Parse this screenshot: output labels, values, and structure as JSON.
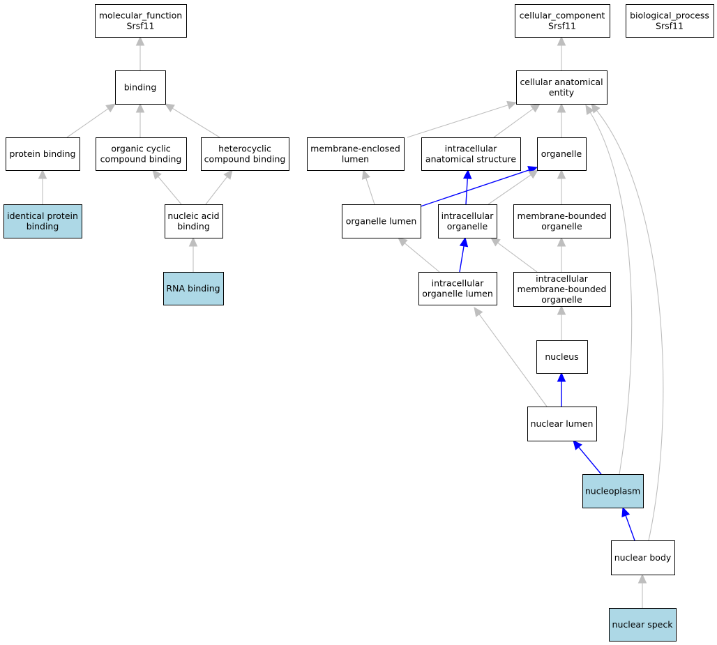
{
  "colors": {
    "highlight_fill": "#add8e6",
    "default_fill": "#ffffff",
    "gray_edge": "#bebebe",
    "blue_edge": "#0000ff"
  },
  "nodes": [
    {
      "id": "molecular_function",
      "lines": [
        "molecular_function",
        "Srsf11"
      ],
      "highlight": false
    },
    {
      "id": "cellular_component",
      "lines": [
        "cellular_component",
        "Srsf11"
      ],
      "highlight": false
    },
    {
      "id": "biological_process",
      "lines": [
        "biological_process",
        "Srsf11"
      ],
      "highlight": false
    },
    {
      "id": "binding",
      "lines": [
        "binding"
      ],
      "highlight": false
    },
    {
      "id": "cellular_anatomical_entity",
      "lines": [
        "cellular anatomical",
        "entity"
      ],
      "highlight": false
    },
    {
      "id": "protein_binding",
      "lines": [
        "protein binding"
      ],
      "highlight": false
    },
    {
      "id": "organic_cyclic_compound_binding",
      "lines": [
        "organic cyclic",
        "compound binding"
      ],
      "highlight": false
    },
    {
      "id": "heterocyclic_compound_binding",
      "lines": [
        "heterocyclic",
        "compound binding"
      ],
      "highlight": false
    },
    {
      "id": "membrane_enclosed_lumen",
      "lines": [
        "membrane-enclosed",
        "lumen"
      ],
      "highlight": false
    },
    {
      "id": "intracellular_anatomical_structure",
      "lines": [
        "intracellular",
        "anatomical structure"
      ],
      "highlight": false
    },
    {
      "id": "organelle",
      "lines": [
        "organelle"
      ],
      "highlight": false
    },
    {
      "id": "identical_protein_binding",
      "lines": [
        "identical protein",
        "binding"
      ],
      "highlight": true
    },
    {
      "id": "nucleic_acid_binding",
      "lines": [
        "nucleic acid",
        "binding"
      ],
      "highlight": false
    },
    {
      "id": "organelle_lumen",
      "lines": [
        "organelle lumen"
      ],
      "highlight": false
    },
    {
      "id": "intracellular_organelle",
      "lines": [
        "intracellular",
        "organelle"
      ],
      "highlight": false
    },
    {
      "id": "membrane_bounded_organelle",
      "lines": [
        "membrane-bounded",
        "organelle"
      ],
      "highlight": false
    },
    {
      "id": "rna_binding",
      "lines": [
        "RNA binding"
      ],
      "highlight": true
    },
    {
      "id": "intracellular_organelle_lumen",
      "lines": [
        "intracellular",
        "organelle lumen"
      ],
      "highlight": false
    },
    {
      "id": "intracellular_membrane_bounded_organelle",
      "lines": [
        "intracellular",
        "membrane-bounded",
        "organelle"
      ],
      "highlight": false
    },
    {
      "id": "nucleus",
      "lines": [
        "nucleus"
      ],
      "highlight": false
    },
    {
      "id": "nuclear_lumen",
      "lines": [
        "nuclear lumen"
      ],
      "highlight": false
    },
    {
      "id": "nucleoplasm",
      "lines": [
        "nucleoplasm"
      ],
      "highlight": true
    },
    {
      "id": "nuclear_body",
      "lines": [
        "nuclear body"
      ],
      "highlight": false
    },
    {
      "id": "nuclear_speck",
      "lines": [
        "nuclear speck"
      ],
      "highlight": true
    }
  ],
  "edges": [
    {
      "from": "binding",
      "to": "molecular_function",
      "color": "gray"
    },
    {
      "from": "protein_binding",
      "to": "binding",
      "color": "gray"
    },
    {
      "from": "organic_cyclic_compound_binding",
      "to": "binding",
      "color": "gray"
    },
    {
      "from": "heterocyclic_compound_binding",
      "to": "binding",
      "color": "gray"
    },
    {
      "from": "identical_protein_binding",
      "to": "protein_binding",
      "color": "gray"
    },
    {
      "from": "nucleic_acid_binding",
      "to": "organic_cyclic_compound_binding",
      "color": "gray"
    },
    {
      "from": "nucleic_acid_binding",
      "to": "heterocyclic_compound_binding",
      "color": "gray"
    },
    {
      "from": "rna_binding",
      "to": "nucleic_acid_binding",
      "color": "gray"
    },
    {
      "from": "cellular_anatomical_entity",
      "to": "cellular_component",
      "color": "gray"
    },
    {
      "from": "membrane_enclosed_lumen",
      "to": "cellular_anatomical_entity",
      "color": "gray"
    },
    {
      "from": "intracellular_anatomical_structure",
      "to": "cellular_anatomical_entity",
      "color": "gray"
    },
    {
      "from": "organelle",
      "to": "cellular_anatomical_entity",
      "color": "gray"
    },
    {
      "from": "organelle_lumen",
      "to": "membrane_enclosed_lumen",
      "color": "gray"
    },
    {
      "from": "organelle_lumen",
      "to": "organelle",
      "color": "blue"
    },
    {
      "from": "intracellular_organelle",
      "to": "intracellular_anatomical_structure",
      "color": "blue"
    },
    {
      "from": "intracellular_organelle",
      "to": "organelle",
      "color": "gray"
    },
    {
      "from": "membrane_bounded_organelle",
      "to": "organelle",
      "color": "gray"
    },
    {
      "from": "intracellular_organelle_lumen",
      "to": "organelle_lumen",
      "color": "gray"
    },
    {
      "from": "intracellular_organelle_lumen",
      "to": "intracellular_organelle",
      "color": "blue"
    },
    {
      "from": "intracellular_membrane_bounded_organelle",
      "to": "intracellular_organelle",
      "color": "gray"
    },
    {
      "from": "intracellular_membrane_bounded_organelle",
      "to": "membrane_bounded_organelle",
      "color": "gray"
    },
    {
      "from": "nucleus",
      "to": "intracellular_membrane_bounded_organelle",
      "color": "gray"
    },
    {
      "from": "nuclear_lumen",
      "to": "nucleus",
      "color": "blue"
    },
    {
      "from": "nuclear_lumen",
      "to": "intracellular_organelle_lumen",
      "color": "gray"
    },
    {
      "from": "nucleoplasm",
      "to": "nuclear_lumen",
      "color": "blue"
    },
    {
      "from": "nucleoplasm",
      "to": "cellular_anatomical_entity",
      "color": "gray"
    },
    {
      "from": "nuclear_body",
      "to": "nucleoplasm",
      "color": "blue"
    },
    {
      "from": "nuclear_body",
      "to": "cellular_anatomical_entity",
      "color": "gray"
    },
    {
      "from": "nuclear_speck",
      "to": "nuclear_body",
      "color": "gray"
    }
  ]
}
